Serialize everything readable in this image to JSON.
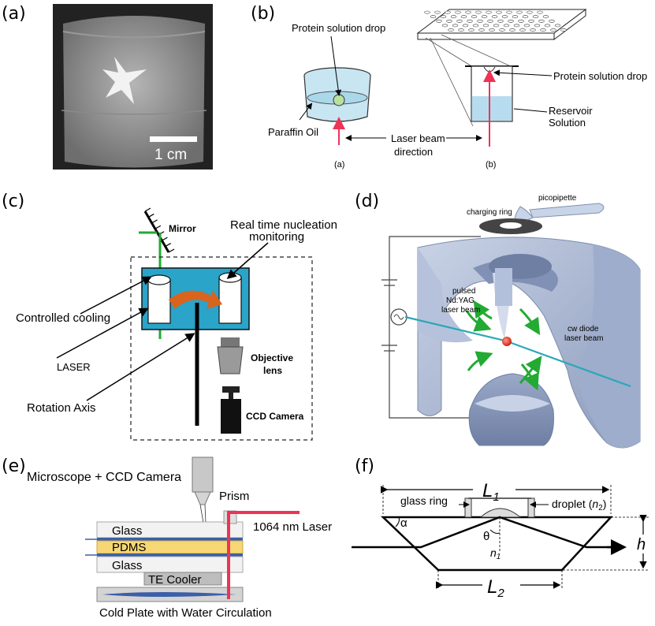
{
  "panels": {
    "a": {
      "label": "(a)",
      "scale_bar": "1 cm"
    },
    "b": {
      "label": "(b)",
      "protein_drop_left": "Protein solution drop",
      "paraffin_oil": "Paraffin Oil",
      "laser_beam_line1": "Laser beam",
      "laser_beam_line2": "direction",
      "protein_drop_right": "Protein solution drop",
      "reservoir_line1": "Reservoir",
      "reservoir_line2": "Solution",
      "sub_a": "(a)",
      "sub_b": "(b)"
    },
    "c": {
      "label": "(c)",
      "mirror": "Mirror",
      "realtime_line1": "Real time nucleation",
      "realtime_line2": "monitoring",
      "controlled_cooling": "Controlled cooling",
      "laser": "LASER",
      "rotation_axis": "Rotation Axis",
      "objective_line1": "Objective",
      "objective_line2": "lens",
      "ccd_camera": "CCD Camera"
    },
    "d": {
      "label": "(d)",
      "picopipette": "picopipette",
      "charging_ring": "charging ring",
      "pulsed_line1": "pulsed",
      "pulsed_line2": "Nd:YAG",
      "pulsed_line3": "laser beam",
      "cw_line1": "cw diode",
      "cw_line2": "laser beam"
    },
    "e": {
      "label": "(e)",
      "microscope": "Microscope + CCD Camera",
      "prism": "Prism",
      "glass_top": "Glass",
      "laser_1064": "1064 nm Laser",
      "pdms": "PDMS",
      "glass_bottom": "Glass",
      "te_cooler": "TE Cooler",
      "cold_plate": "Cold Plate with Water Circulation"
    },
    "f": {
      "label": "(f)",
      "L1_main": "L",
      "L1_sub": "1",
      "glass_ring": "glass ring",
      "droplet_main": "droplet (",
      "droplet_n": "n",
      "droplet_sub": "2",
      "droplet_close": ")",
      "alpha": "α",
      "theta": "θ",
      "n1_main": "n",
      "n1_sub": "1",
      "h": "h",
      "L2_main": "L",
      "L2_sub": "2"
    }
  },
  "colors": {
    "laser_red": "#ee3355",
    "green_beam": "#22aa33",
    "blue_cell": "#2aa4c8",
    "orange_arrow": "#d8641e",
    "pdms_yellow": "#f7d774",
    "channel_blue": "#3b5fa8",
    "trap_blue": "#aab8d4"
  }
}
